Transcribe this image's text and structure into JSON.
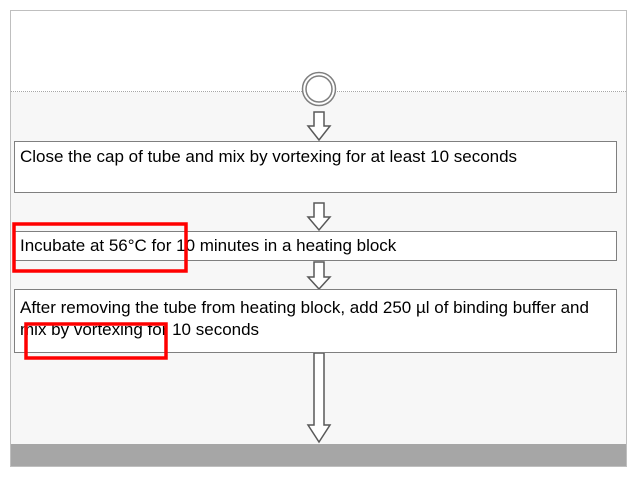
{
  "steps": [
    {
      "id": "close-cap",
      "text": "Close the cap of tube and mix by vortexing for at least 10 seconds"
    },
    {
      "id": "incubate",
      "text": "Incubate at 56°C for 10 minutes in a heating block"
    },
    {
      "id": "remove-add-buffer",
      "text": "After removing the tube from heating block, add 250 µl of binding buffer and mix by vortexing for 10 seconds"
    }
  ],
  "colors": {
    "highlight": "#ff0000",
    "box_border": "#7f7f7f",
    "footer": "#a6a6a6"
  }
}
